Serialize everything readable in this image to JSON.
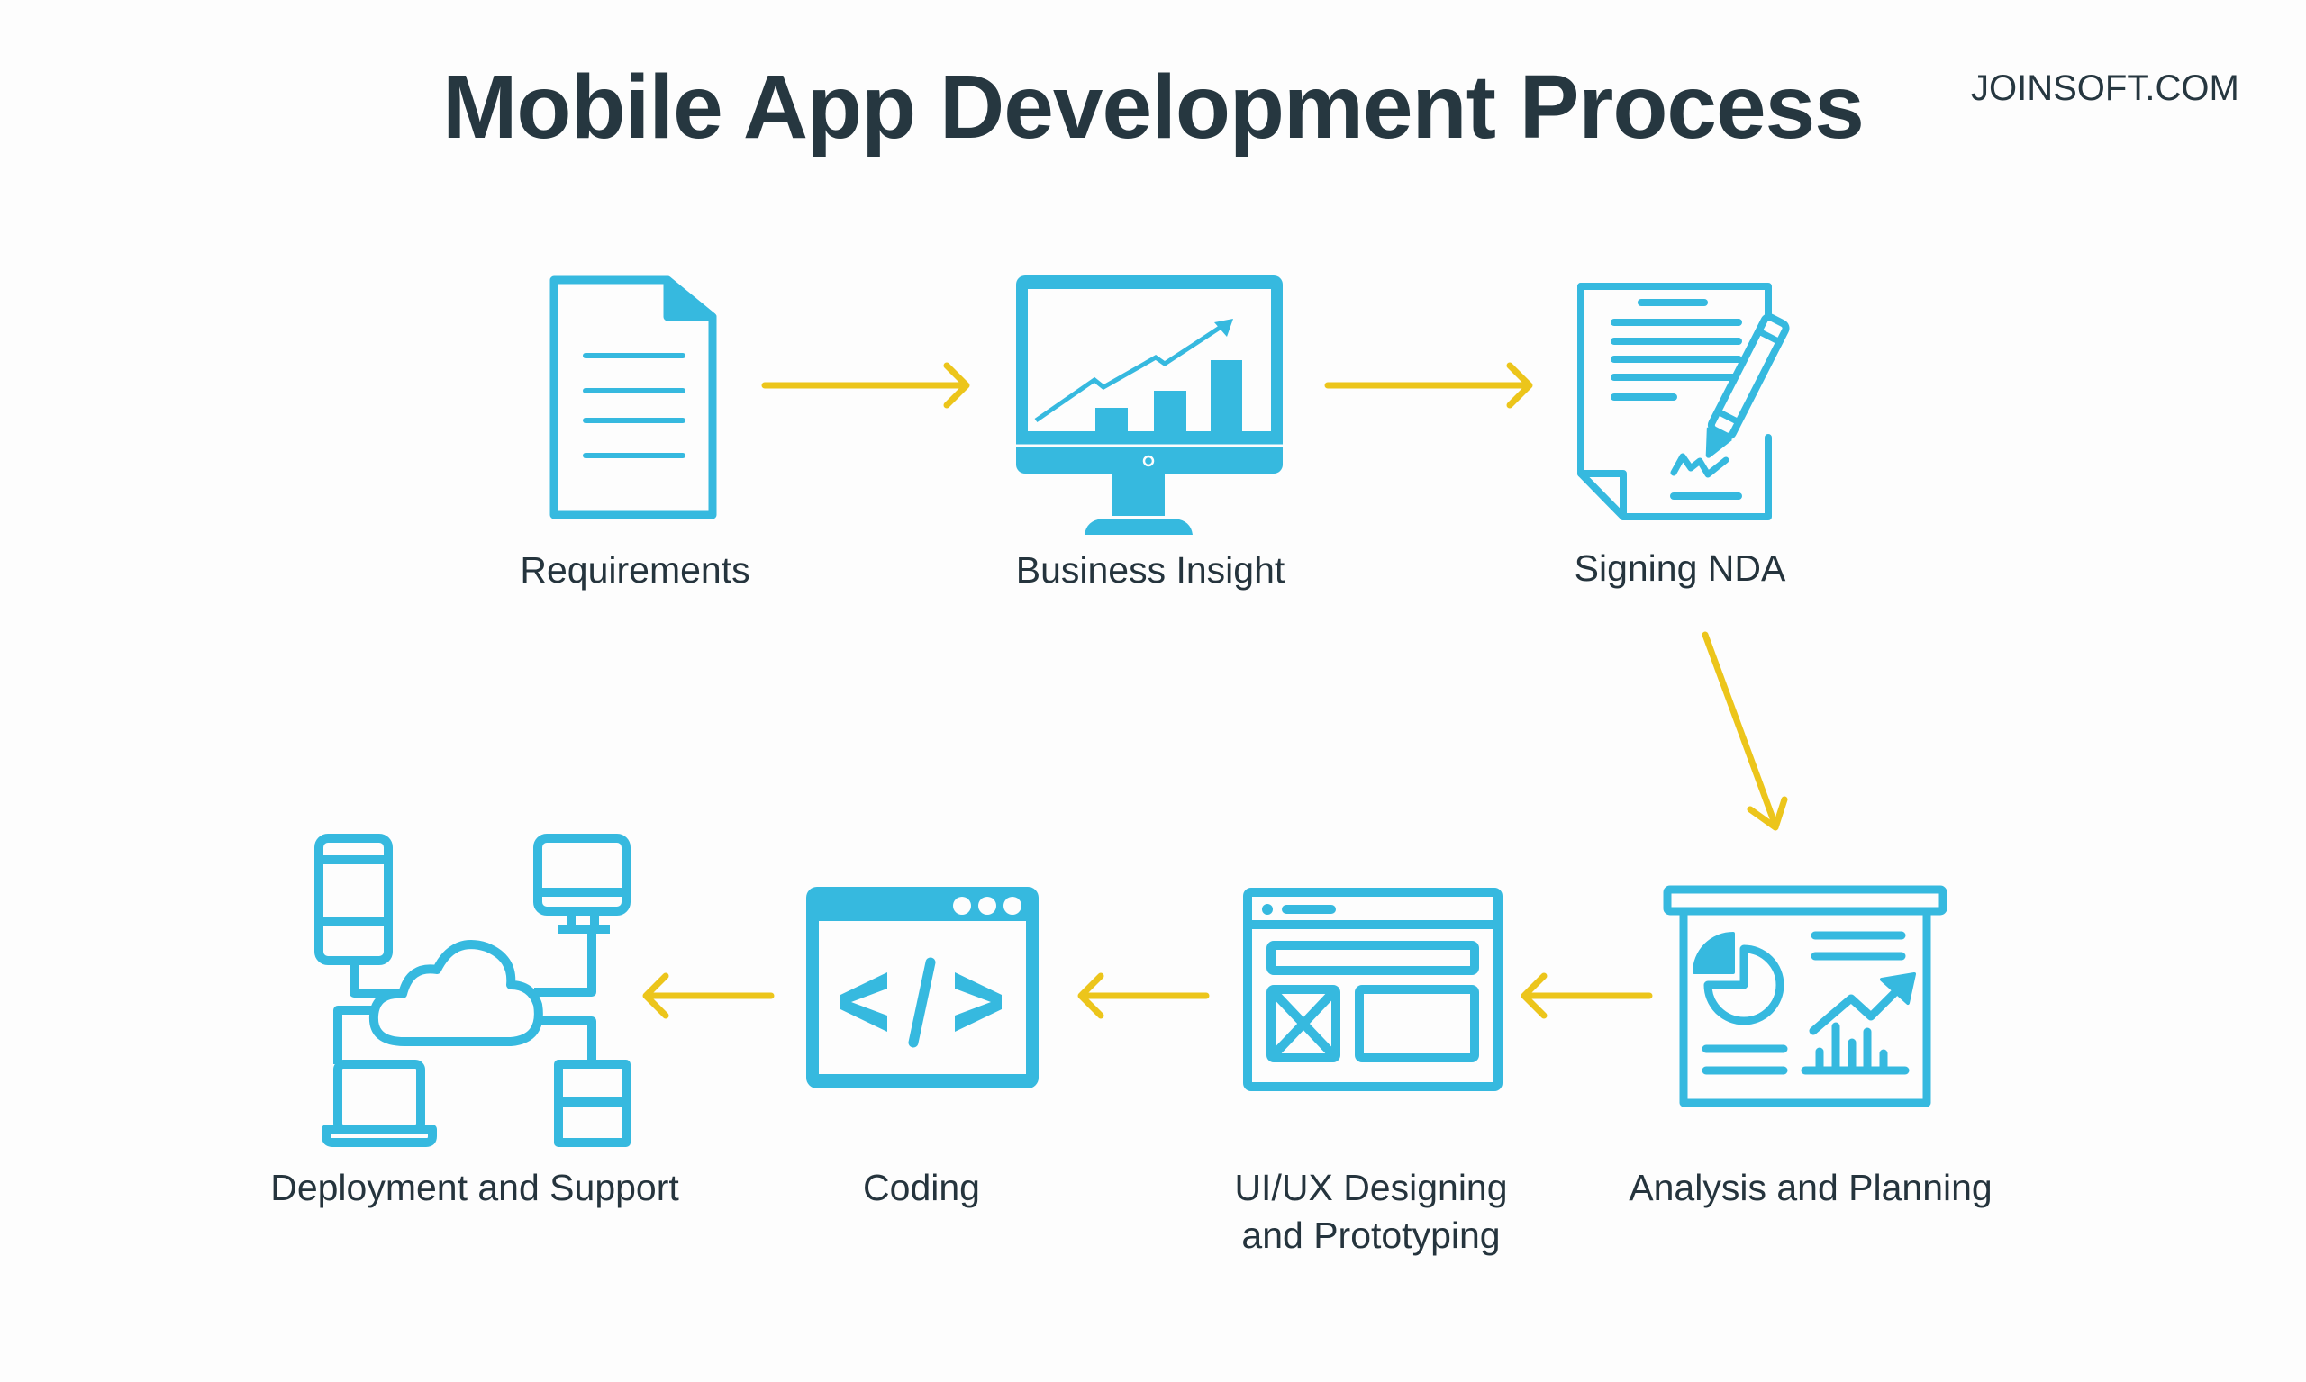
{
  "header": {
    "title": "Mobile App Development Process",
    "brand": "JOINSOFT.COM"
  },
  "colors": {
    "icon": "#36b9df",
    "arrow": "#ecc51b",
    "text": "#263740",
    "background": "#fdfdfd"
  },
  "steps": [
    {
      "order": 1,
      "label": "Requirements",
      "icon": "document-icon"
    },
    {
      "order": 2,
      "label": "Business Insight",
      "icon": "monitor-chart-icon"
    },
    {
      "order": 3,
      "label": "Signing NDA",
      "icon": "contract-signature-icon"
    },
    {
      "order": 4,
      "label": "Analysis and Planning",
      "icon": "presentation-board-icon"
    },
    {
      "order": 5,
      "label_line1": "UI/UX Designing",
      "label_line2": "and Prototyping",
      "icon": "wireframe-icon"
    },
    {
      "order": 6,
      "label": "Coding",
      "icon": "code-window-icon"
    },
    {
      "order": 7,
      "label": "Deployment and Support",
      "icon": "cloud-network-icon"
    }
  ],
  "flow": [
    {
      "from": 1,
      "to": 2,
      "direction": "right"
    },
    {
      "from": 2,
      "to": 3,
      "direction": "right"
    },
    {
      "from": 3,
      "to": 4,
      "direction": "down"
    },
    {
      "from": 4,
      "to": 5,
      "direction": "left"
    },
    {
      "from": 5,
      "to": 6,
      "direction": "left"
    },
    {
      "from": 6,
      "to": 7,
      "direction": "left"
    }
  ]
}
